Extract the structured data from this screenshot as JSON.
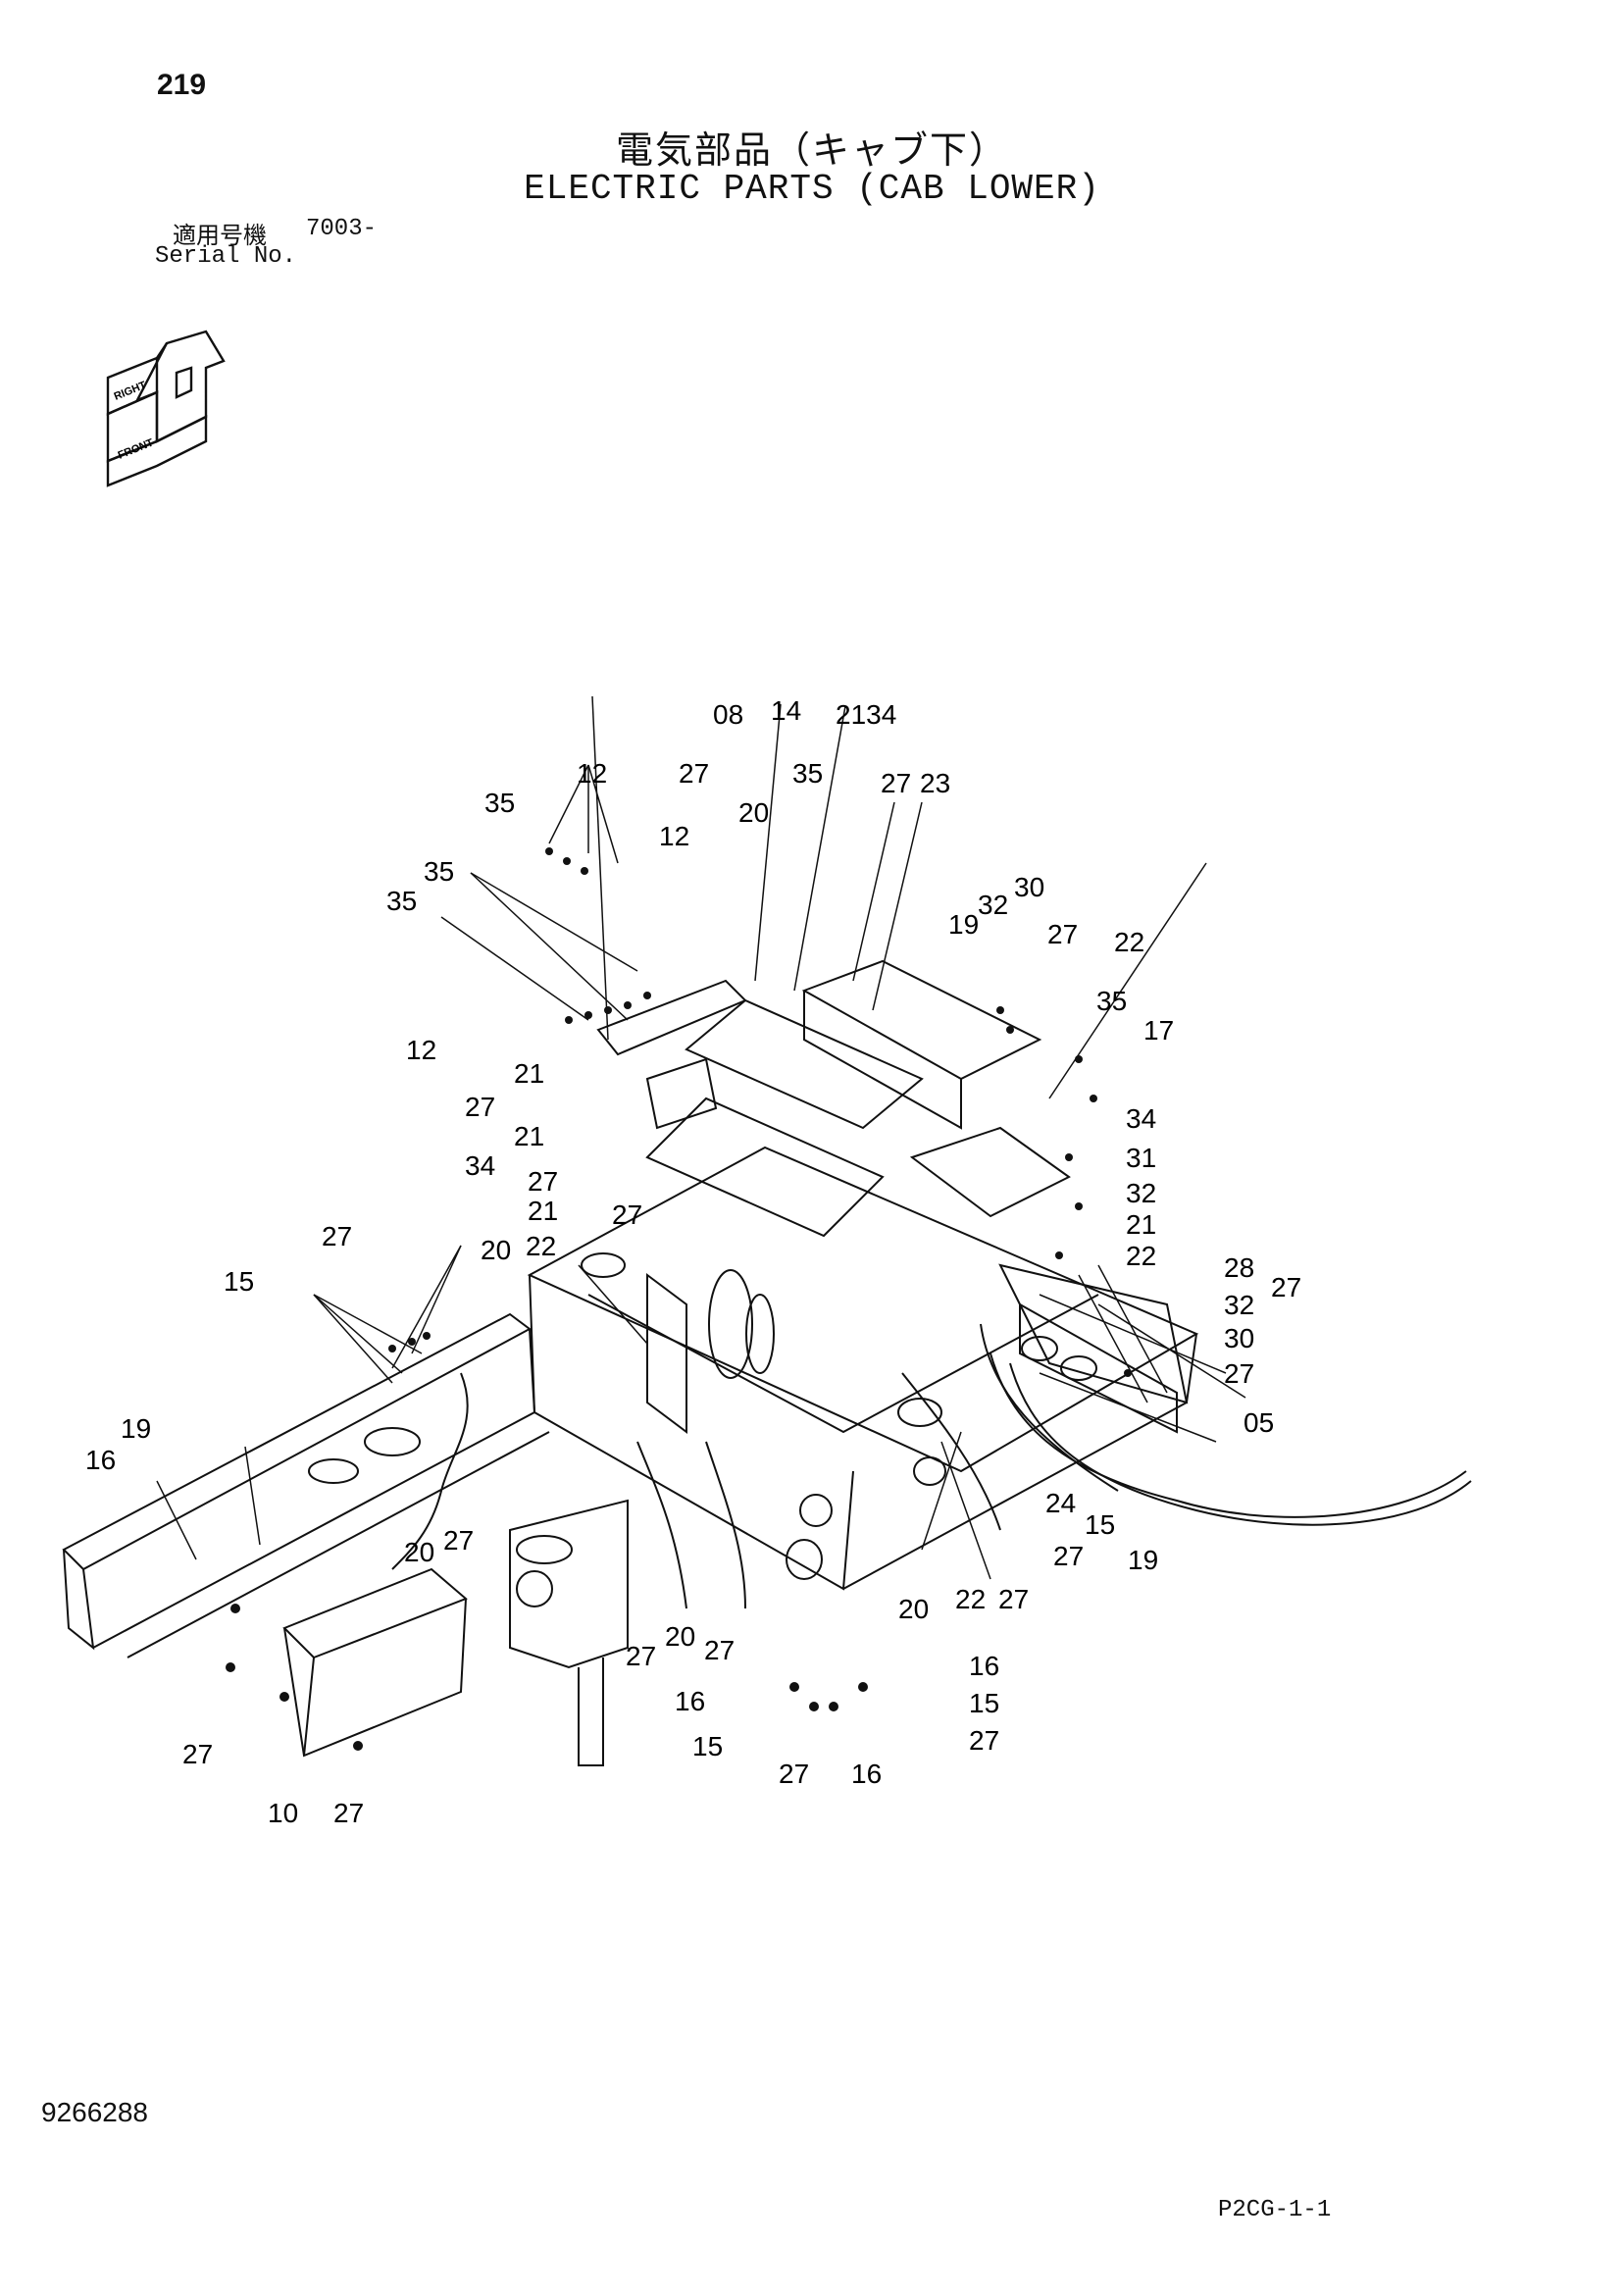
{
  "page_number": "219",
  "title_jp": "電気部品（キャブ下）",
  "title_en": "ELECTRIC PARTS (CAB LOWER)",
  "serial": {
    "label_jp": "適用号機",
    "value": "7003-",
    "label_en": "Serial No."
  },
  "orientation_labels": [
    "RIGHT",
    "FRONT"
  ],
  "callouts": [
    "08",
    "14",
    "2134",
    "12",
    "27",
    "20",
    "35",
    "27",
    "23",
    "35",
    "12",
    "35",
    "35",
    "19",
    "32",
    "30",
    "27",
    "22",
    "35",
    "17",
    "12",
    "21",
    "27",
    "21",
    "34",
    "27",
    "21",
    "27",
    "22",
    "34",
    "31",
    "32",
    "21",
    "22",
    "27",
    "20",
    "28",
    "27",
    "15",
    "32",
    "30",
    "27",
    "05",
    "19",
    "16",
    "20",
    "27",
    "24",
    "15",
    "19",
    "27",
    "22",
    "27",
    "20",
    "27",
    "20",
    "27",
    "16",
    "16",
    "15",
    "15",
    "27",
    "27",
    "16",
    "27",
    "10",
    "27"
  ],
  "drawing_number": "9266288",
  "page_code": "P2CG-1-1"
}
